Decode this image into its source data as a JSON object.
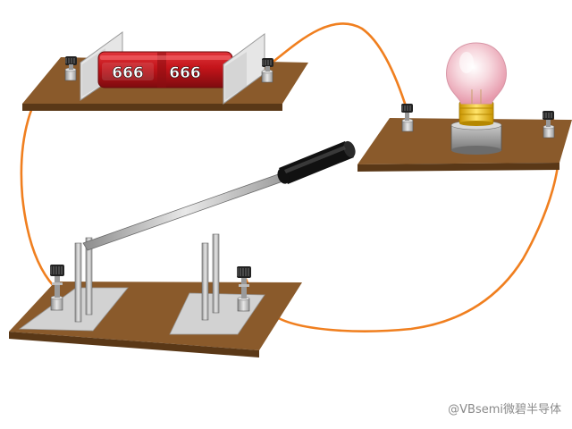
{
  "fuse": {
    "left_text": "666",
    "right_text": "666"
  },
  "watermark": "@VBsemi微碧半导体",
  "colors": {
    "board": "#8a5a2b",
    "board_edge": "#5a3817",
    "wire": "#f07f1f",
    "fuse_body": "#c6141a",
    "handle": "#111111",
    "bulb_glass": "#f3c6d0",
    "bulb_base": "#f2c20e"
  }
}
